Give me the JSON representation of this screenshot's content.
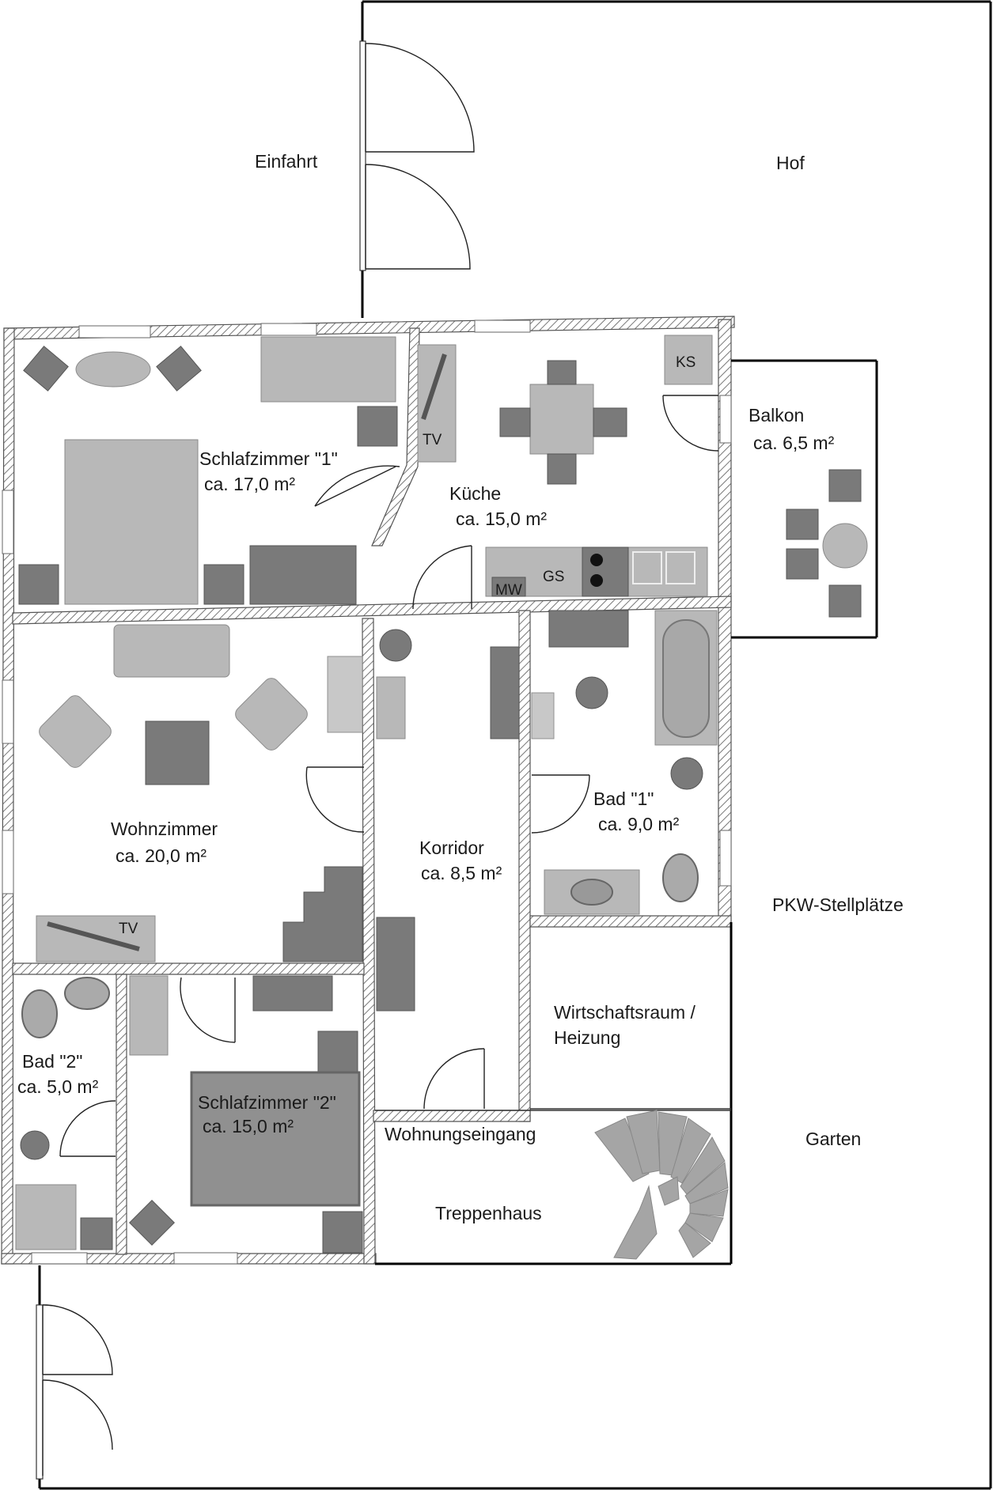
{
  "outdoor": {
    "einfahrt": "Einfahrt",
    "hof": "Hof",
    "pkw": "PKW-Stellplätze",
    "garten": "Garten"
  },
  "rooms": {
    "schlafzimmer1": {
      "name": "Schlafzimmer \"1\"",
      "area": "ca. 17,0 m²"
    },
    "kueche": {
      "name": "Küche",
      "area": "ca. 15,0 m²"
    },
    "balkon": {
      "name": "Balkon",
      "area": "ca. 6,5 m²"
    },
    "wohnzimmer": {
      "name": "Wohnzimmer",
      "area": "ca. 20,0 m²"
    },
    "korridor": {
      "name": "Korridor",
      "area": "ca. 8,5 m²"
    },
    "bad1": {
      "name": "Bad \"1\"",
      "area": "ca. 9,0 m²"
    },
    "bad2": {
      "name": "Bad \"2\"",
      "area": "ca. 5,0 m²"
    },
    "schlafzimmer2": {
      "name": "Schlafzimmer \"2\"",
      "area": "ca. 15,0 m²"
    },
    "wirtschaftsraum": {
      "line1": "Wirtschaftsraum /",
      "line2": "Heizung"
    },
    "wohnungseingang": "Wohnungseingang",
    "treppenhaus": "Treppenhaus"
  },
  "appliances": {
    "ks": "KS",
    "gs": "GS",
    "mw": "MW",
    "tv_kitchen": "TV",
    "tv_living": "TV"
  }
}
